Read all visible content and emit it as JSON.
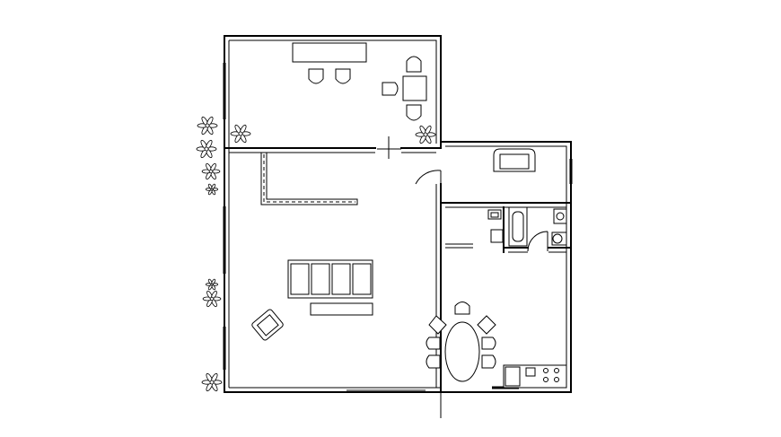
{
  "drawing": {
    "type": "floor-plan",
    "line_color": "#000000",
    "background": "#ffffff",
    "rooms": [
      "study",
      "living-room",
      "storage-room",
      "bathroom",
      "kitchen-dining"
    ],
    "plant_count": 9
  }
}
